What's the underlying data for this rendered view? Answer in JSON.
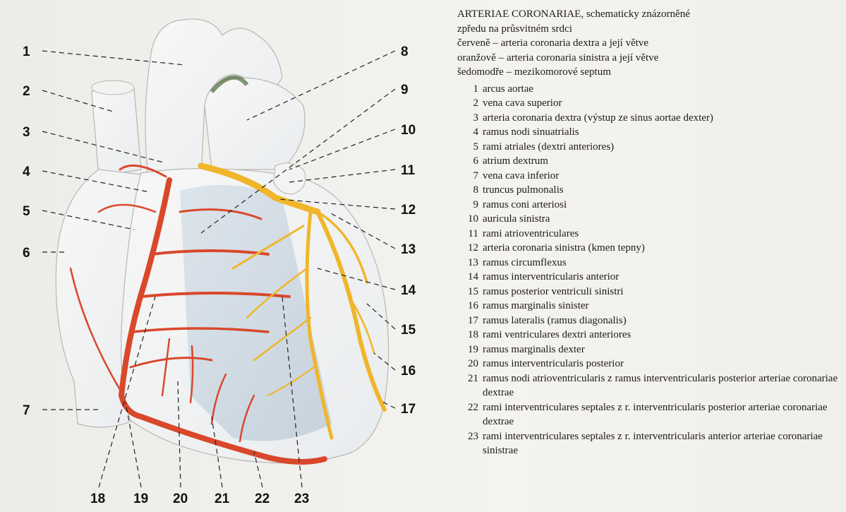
{
  "figure": {
    "labels": [
      "1",
      "2",
      "3",
      "4",
      "5",
      "6",
      "7",
      "8",
      "9",
      "10",
      "11",
      "12",
      "13",
      "14",
      "15",
      "16",
      "17",
      "18",
      "19",
      "20",
      "21",
      "22",
      "23"
    ]
  },
  "legend": {
    "title": "ARTERIAE CORONARIAE, schematicky znázorněné",
    "subtitle": "zpředu na průsvitném srdci",
    "color_key": [
      "červeně – arteria coronaria dextra a její větve",
      "oranžově – arteria coronaria sinistra a její větve",
      "šedomodře – mezikomorové septum"
    ],
    "items": [
      {
        "num": "1",
        "text": "arcus aortae"
      },
      {
        "num": "2",
        "text": "vena cava superior"
      },
      {
        "num": "3",
        "text": "arteria coronaria dextra (výstup ze sinus aortae dexter)"
      },
      {
        "num": "4",
        "text": "ramus nodi sinuatrialis"
      },
      {
        "num": "5",
        "text": "rami atriales (dextri anteriores)"
      },
      {
        "num": "6",
        "text": "atrium dextrum"
      },
      {
        "num": "7",
        "text": "vena cava inferior"
      },
      {
        "num": "8",
        "text": "truncus pulmonalis"
      },
      {
        "num": "9",
        "text": "ramus coni arteriosi"
      },
      {
        "num": "10",
        "text": "auricula sinistra"
      },
      {
        "num": "11",
        "text": "rami atrioventriculares"
      },
      {
        "num": "12",
        "text": "arteria coronaria sinistra (kmen tepny)"
      },
      {
        "num": "13",
        "text": "ramus circumflexus"
      },
      {
        "num": "14",
        "text": "ramus interventricularis anterior"
      },
      {
        "num": "15",
        "text": "ramus posterior ventriculi sinistri"
      },
      {
        "num": "16",
        "text": "ramus marginalis sinister"
      },
      {
        "num": "17",
        "text": "ramus lateralis (ramus diagonalis)"
      },
      {
        "num": "18",
        "text": "rami ventriculares dextri anteriores"
      },
      {
        "num": "19",
        "text": "ramus marginalis dexter"
      },
      {
        "num": "20",
        "text": "ramus interventricularis posterior"
      },
      {
        "num": "21",
        "text": "ramus nodi atrioventricularis z ramus interventricularis posterior arteriae coronariae dextrae"
      },
      {
        "num": "22",
        "text": "rami interventriculares septales z r. interventricularis posterior arteriae coronariae dextrae"
      },
      {
        "num": "23",
        "text": "rami interventriculares septales z r. interventricularis anterior arteriae coronariae sinistrae"
      }
    ]
  },
  "colors": {
    "right_coronary": "#d9482b",
    "left_coronary": "#f0b62a",
    "septum": "#aebfcf",
    "heart_outline": "#b9b6b2"
  }
}
